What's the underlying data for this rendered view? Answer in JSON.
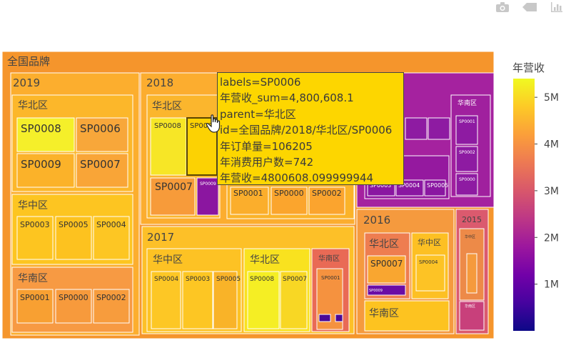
{
  "modebar": {
    "buttons": [
      {
        "name": "camera-icon"
      },
      {
        "name": "tag-icon"
      },
      {
        "name": "bar-chart-icon"
      }
    ]
  },
  "chart_data": {
    "type": "treemap",
    "root_label": "全国品牌",
    "colorbar": {
      "title": "年营收",
      "ticks": [
        "5M",
        "4M",
        "3M",
        "2M",
        "1M"
      ],
      "tick_values": [
        5000000,
        4000000,
        3000000,
        2000000,
        1000000
      ],
      "colorscale": [
        "#0d0887",
        "#46039f",
        "#7201a8",
        "#9c179e",
        "#bd3786",
        "#d8576b",
        "#ed7953",
        "#fb9f3a",
        "#fdca26",
        "#f0f921"
      ],
      "cmin": 0,
      "cmax": 5400000
    },
    "years": [
      {
        "label": "2019",
        "regions": [
          {
            "label": "华北区",
            "items": [
              "SP0008",
              "SP0006",
              "SP0009",
              "SP0007"
            ]
          },
          {
            "label": "华中区",
            "items": [
              "SP0003",
              "SP0005",
              "SP0004"
            ]
          },
          {
            "label": "华南区",
            "items": [
              "SP0001",
              "SP0000",
              "SP0002"
            ]
          }
        ]
      },
      {
        "label": "2018",
        "regions": [
          {
            "label": "华北区",
            "items": [
              "SP0008",
              "SP0006",
              "SP0007",
              "SP0009"
            ]
          },
          {
            "label": "",
            "items": [
              "SP0001",
              "SP0000",
              "SP0002"
            ]
          },
          {
            "label": "华南区",
            "items": [
              "SP0001",
              "SP0002",
              "SP0000"
            ]
          },
          {
            "label": "",
            "items": [
              "SP0003",
              "SP0004",
              "SP0005"
            ]
          }
        ]
      },
      {
        "label": "2017",
        "regions": [
          {
            "label": "华中区",
            "items": [
              "SP0004",
              "SP0003",
              "SP0005"
            ]
          },
          {
            "label": "华北区",
            "items": [
              "SP0008",
              "SP0007"
            ]
          },
          {
            "label": "华南区",
            "items": [
              "SP0001"
            ]
          }
        ]
      },
      {
        "label": "2016",
        "regions": [
          {
            "label": "华北区",
            "items": [
              "SP0007",
              "SP0009"
            ]
          },
          {
            "label": "华中区",
            "items": [
              "SP0004"
            ]
          },
          {
            "label": "华南区",
            "items": []
          }
        ]
      },
      {
        "label": "2015",
        "regions": [
          {
            "label": "",
            "items": [
              "华中区",
              "华南区"
            ]
          }
        ]
      }
    ],
    "hover": {
      "lines": [
        "labels=SP0006",
        "年营收_sum=4,800,608.1",
        "parent=华北区",
        "id=全国品牌/2018/华北区/SP0006",
        "年订单量=106205",
        "年消费用户数=742",
        "年营收=4800608.099999944"
      ]
    }
  }
}
